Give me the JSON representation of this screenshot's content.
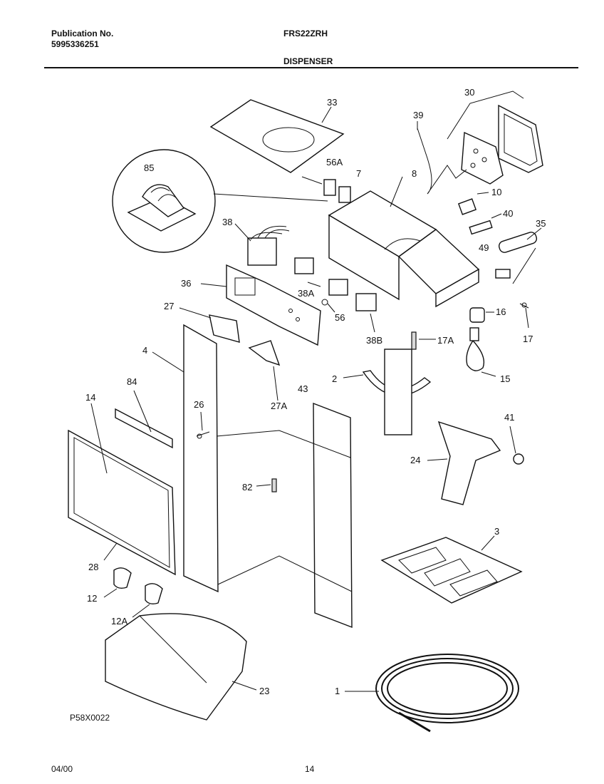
{
  "header": {
    "publication_label": "Publication No.",
    "publication_number": "5995336251",
    "model": "FRS22ZRH",
    "section": "DISPENSER"
  },
  "footer": {
    "drawing_code": "P58X0022",
    "date": "04/00",
    "page": "14"
  },
  "callouts": {
    "c33": "33",
    "c30": "30",
    "c39": "39",
    "c85": "85",
    "c56A": "56A",
    "c7": "7",
    "c8": "8",
    "c10": "10",
    "c40": "40",
    "c35": "35",
    "c38": "38",
    "c49": "49",
    "c36": "36",
    "c38A": "38A",
    "c56": "56",
    "c27": "27",
    "c16": "16",
    "c17": "17",
    "c38B": "38B",
    "c17A": "17A",
    "c4": "4",
    "c43": "43",
    "c2": "2",
    "c15": "15",
    "c84": "84",
    "c14": "14",
    "c26": "26",
    "c27A": "27A",
    "c41": "41",
    "c24": "24",
    "c82": "82",
    "c3": "3",
    "c28": "28",
    "c12": "12",
    "c12A": "12A",
    "c23": "23",
    "c1": "1"
  }
}
